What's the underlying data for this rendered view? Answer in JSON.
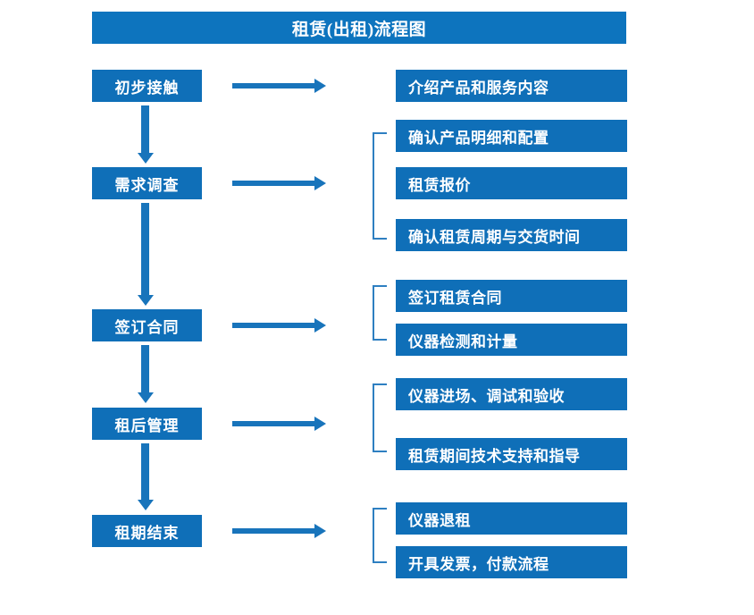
{
  "title": {
    "text": "租赁(出租)流程图"
  },
  "colors": {
    "title_bar": "#0d74be",
    "box": "#0f6fb8",
    "arrow": "#1874bb",
    "bracket": "#2e7fc1",
    "text": "#ffffff",
    "background": "#ffffff"
  },
  "stages": [
    {
      "label": "初步接触"
    },
    {
      "label": "需求调查"
    },
    {
      "label": "签订合同"
    },
    {
      "label": "租后管理"
    },
    {
      "label": "租期结束"
    }
  ],
  "details": [
    {
      "label": "介绍产品和服务内容"
    },
    {
      "label": "确认产品明细和配置"
    },
    {
      "label": "租赁报价"
    },
    {
      "label": "确认租赁周期与交货时间"
    },
    {
      "label": "签订租赁合同"
    },
    {
      "label": "仪器检测和计量"
    },
    {
      "label": "仪器进场、调试和验收"
    },
    {
      "label": "租赁期间技术支持和指导"
    },
    {
      "label": "仪器退租"
    },
    {
      "label": "开具发票，付款流程"
    }
  ],
  "icons": {
    "down_arrow": "down-arrow-icon",
    "right_arrow": "right-arrow-icon",
    "bracket": "group-bracket-icon"
  }
}
